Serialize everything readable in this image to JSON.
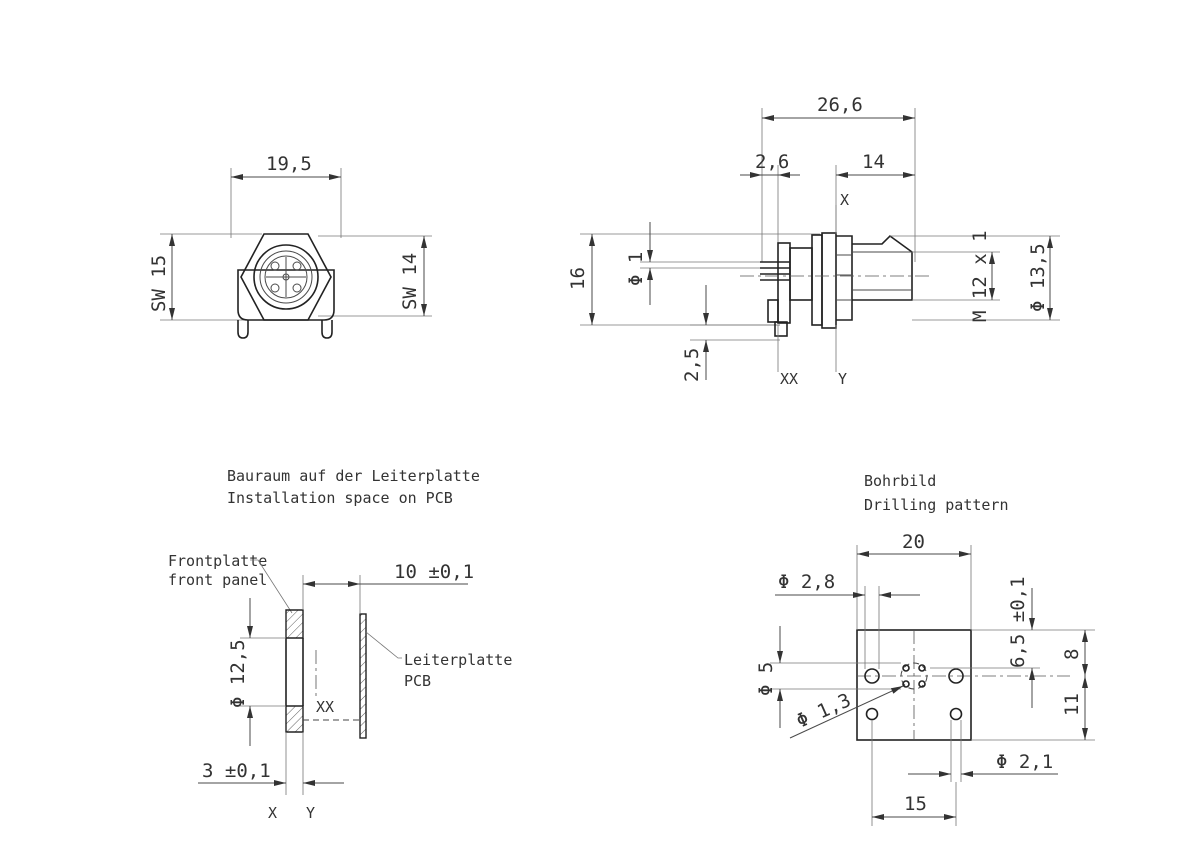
{
  "front_view": {
    "width": "19,5",
    "sw_left": "SW 15",
    "sw_right": "SW 14"
  },
  "side_view": {
    "total_length": "26,6",
    "flange": "2,6",
    "thread_length": "14",
    "height": "16",
    "pin_diameter": "Φ 1",
    "pin_length": "2,5",
    "thread": "M 12 x 1",
    "outer_diameter": "Φ 13,5",
    "label_x": "X",
    "label_xx": "XX",
    "label_y": "Y"
  },
  "installation": {
    "title_de": "Bauraum auf der Leiterplatte",
    "title_en": "Installation space on PCB",
    "front_panel_de": "Frontplatte",
    "front_panel_en": "front panel",
    "pcb_de": "Leiterplatte",
    "pcb_en": "PCB",
    "distance": "10  ±0,1",
    "hole_diameter": "Φ 12,5",
    "panel_thickness": "3  ±0,1",
    "label_xx": "XX",
    "label_x": "X",
    "label_y": "Y"
  },
  "drilling": {
    "title_de": "Bohrbild",
    "title_en": "Drilling pattern",
    "width": "20",
    "big_hole": "Φ  2,8",
    "square": "Φ 5",
    "small_hole": "Φ  1,3",
    "hole_offset": "6,5 ±0,1",
    "height_8": "8",
    "height_11": "11",
    "pin_hole": "Φ  2,1",
    "spacing": "15"
  }
}
